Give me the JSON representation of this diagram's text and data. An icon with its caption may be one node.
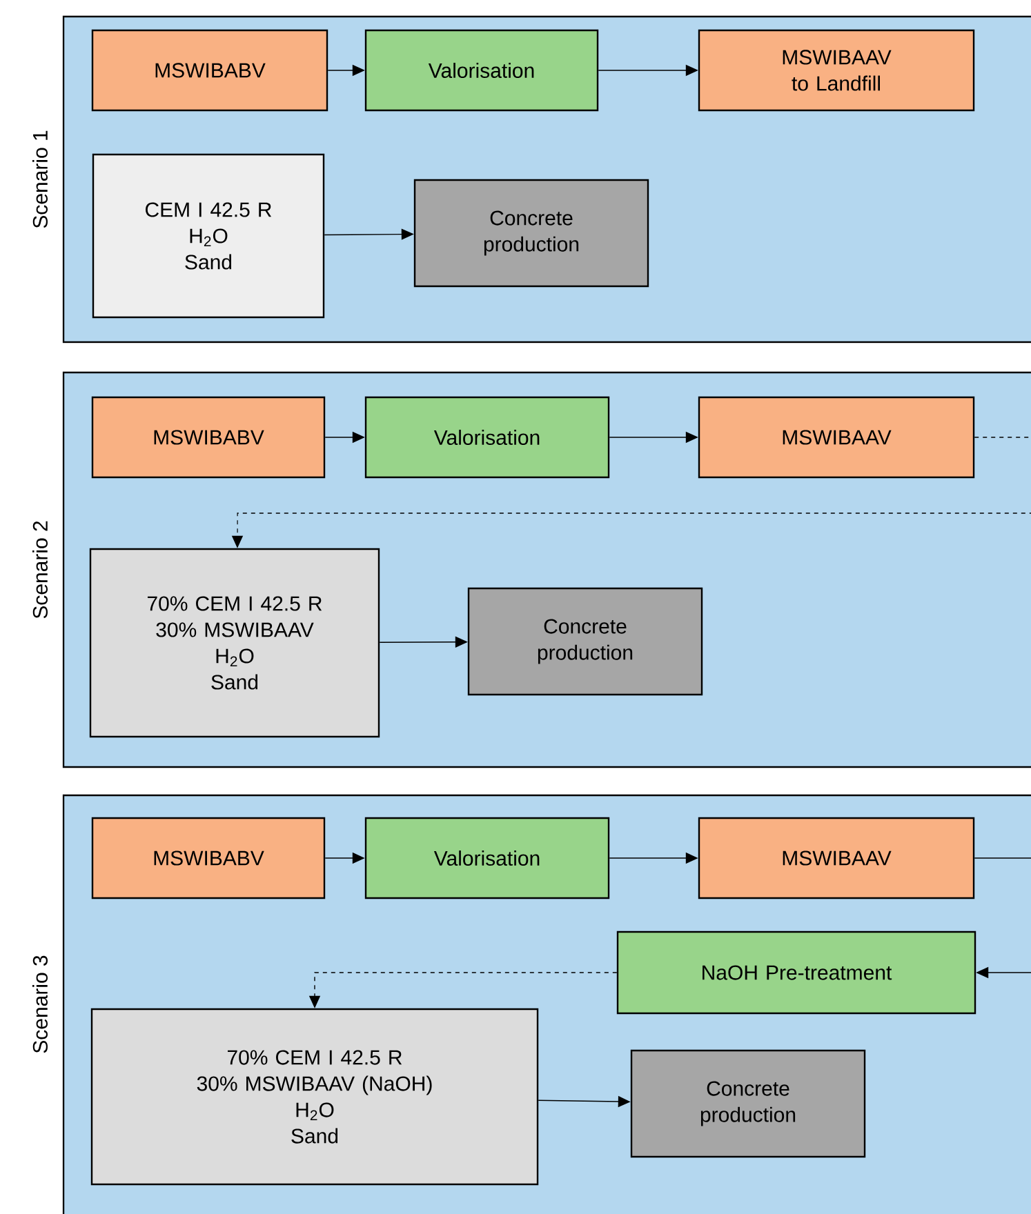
{
  "diagram": {
    "nodes": [
      {
        "text": [
          "Scenario 1"
        ]
      },
      {
        "text": [
          "MSWIBABV"
        ],
        "in": 0
      },
      {
        "text": [
          "Valorisation"
        ],
        "in": 0
      },
      {
        "text": [
          "MSWIBAAV to Landfill"
        ],
        "in": 0
      },
      {
        "text": [
          "CEM I 42.5 R",
          "H$_{2}$O",
          "Sand"
        ],
        "in": 0
      },
      {
        "text": [
          "Concrete production"
        ],
        "in": 0
      },
      {
        "text": [
          "Scenario 2"
        ]
      },
      {
        "text": [
          "MSWIBABV"
        ],
        "in": 6
      },
      {
        "text": [
          "Valorisation"
        ],
        "in": 6
      },
      {
        "text": [
          "MSWIBAAV"
        ],
        "in": 6
      },
      {
        "text": [
          "70% CEM I 42.5 R",
          "30% MSWIBAAV",
          "H$_{2}$O",
          "Sand"
        ],
        "in": 6
      },
      {
        "text": [
          "Concrete production"
        ],
        "in": 6
      },
      {
        "text": [
          "Scenario 3"
        ]
      },
      {
        "text": [
          "MSWIBABV"
        ],
        "in": 12
      },
      {
        "text": [
          "Valorisation"
        ],
        "in": 12
      },
      {
        "text": [
          "MSWIBAAV"
        ],
        "in": 12
      },
      {
        "text": [
          "NaOH Pre-treatment"
        ],
        "in": 12
      },
      {
        "text": [
          "70% CEM I 42.5 R",
          "30% MSWIBAAV (NaOH)",
          "H$_{2}$O",
          "Sand"
        ],
        "in": 12
      },
      {
        "text": [
          "Concrete production"
        ],
        "in": 12
      }
    ],
    "edges": [
      {
        "from": 1,
        "to": 2,
        "arrow": "to"
      },
      {
        "from": 2,
        "to": 3,
        "arrow": "to"
      },
      {
        "from": 4,
        "to": 5,
        "arrow": "to"
      },
      {
        "from": 7,
        "to": 8,
        "arrow": "to"
      },
      {
        "from": 8,
        "to": 9,
        "arrow": "to"
      },
      {
        "from": 9,
        "to": 10,
        "arrow": "to",
        "style": "dashed"
      },
      {
        "from": 10,
        "to": 11,
        "arrow": "to"
      },
      {
        "from": 13,
        "to": 14,
        "arrow": "to"
      },
      {
        "from": 14,
        "to": 15,
        "arrow": "to"
      },
      {
        "from": 15,
        "to": 16,
        "arrow": "to"
      },
      {
        "from": 16,
        "to": 17,
        "arrow": "to",
        "style": "dashed"
      },
      {
        "from": 17,
        "to": 18,
        "arrow": "to"
      }
    ]
  }
}
